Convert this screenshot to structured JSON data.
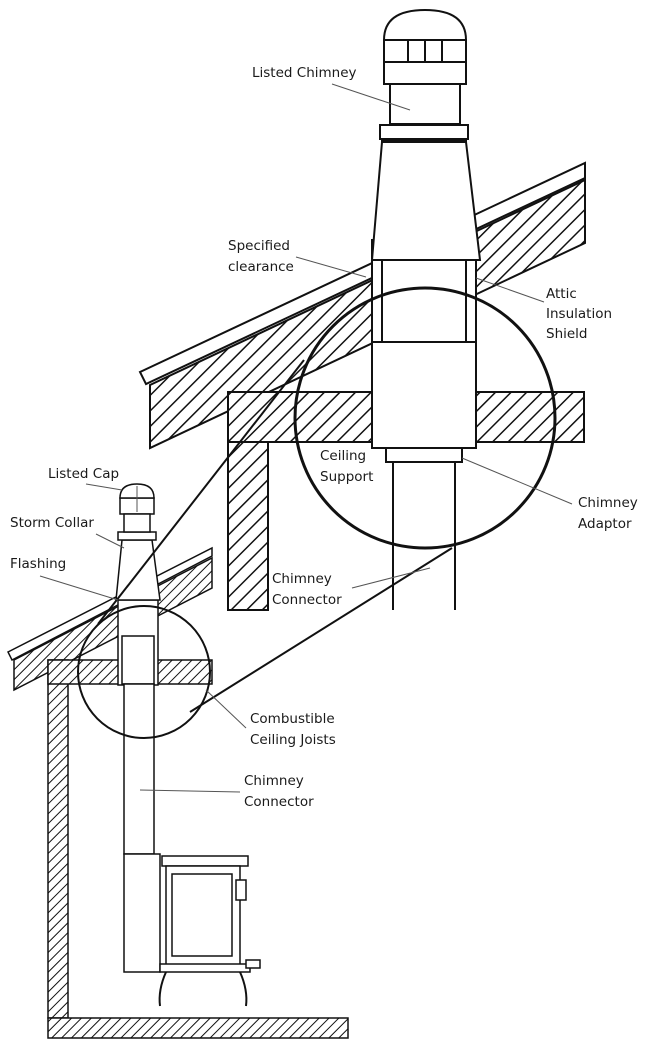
{
  "labels": {
    "listed_chimney": "Listed Chimney",
    "specified_clearance_1": "Specified",
    "specified_clearance_2": "clearance",
    "attic_shield_1": "Attic",
    "attic_shield_2": "Insulation",
    "attic_shield_3": "Shield",
    "ceiling_support_1": "Ceiling",
    "ceiling_support_2": "Support",
    "chimney_adaptor_1": "Chimney",
    "chimney_adaptor_2": "Adaptor",
    "chimney_connector_top_1": "Chimney",
    "chimney_connector_top_2": "Connector",
    "listed_cap": "Listed Cap",
    "storm_collar": "Storm Collar",
    "flashing": "Flashing",
    "combustible_joists_1": "Combustible",
    "combustible_joists_2": "Ceiling Joists",
    "chimney_connector_bottom_1": "Chimney",
    "chimney_connector_bottom_2": "Connector"
  }
}
